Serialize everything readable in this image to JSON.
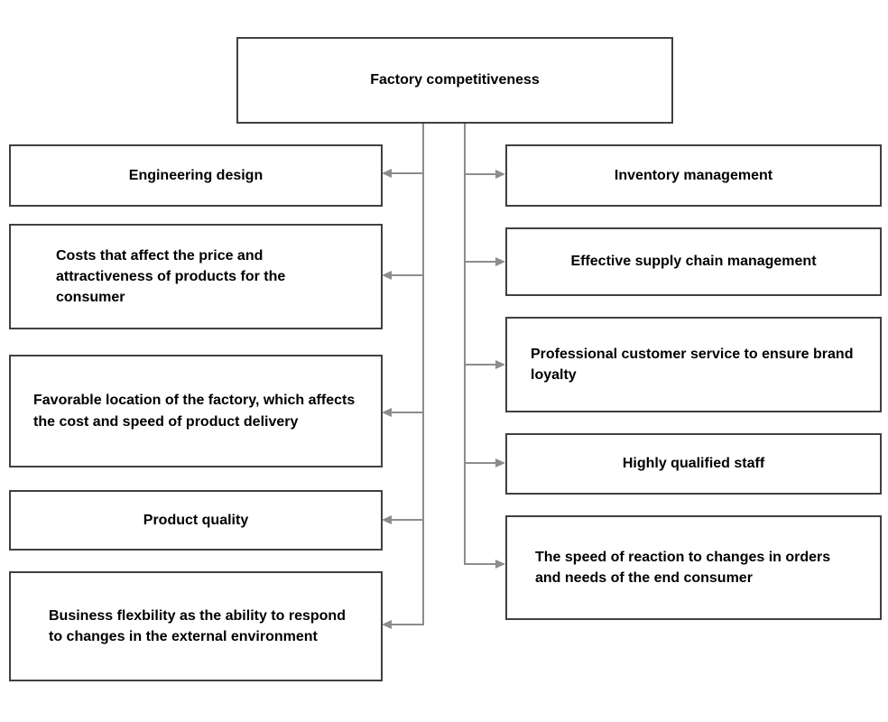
{
  "diagram": {
    "root": {
      "label": "Factory competitiveness"
    },
    "left_branch": {
      "items": [
        {
          "label": "Engineering design"
        },
        {
          "label": "Costs that affect the price and attractiveness of products for the consumer"
        },
        {
          "label": "Favorable location of the factory, which affects the cost and speed of product delivery"
        },
        {
          "label": "Product quality"
        },
        {
          "label": "Business flexbility as the ability to respond to changes in the external environment"
        }
      ]
    },
    "right_branch": {
      "items": [
        {
          "label": "Inventory management"
        },
        {
          "label": "Effective supply chain management"
        },
        {
          "label": "Professional customer service to ensure brand loyalty"
        },
        {
          "label": "Highly qualified staff"
        },
        {
          "label": "The speed of reaction to changes in orders and needs of the end consumer"
        }
      ]
    },
    "colors": {
      "box_border": "#404040",
      "connector": "#8c8c8c",
      "text": "#000000",
      "background": "#ffffff"
    }
  }
}
